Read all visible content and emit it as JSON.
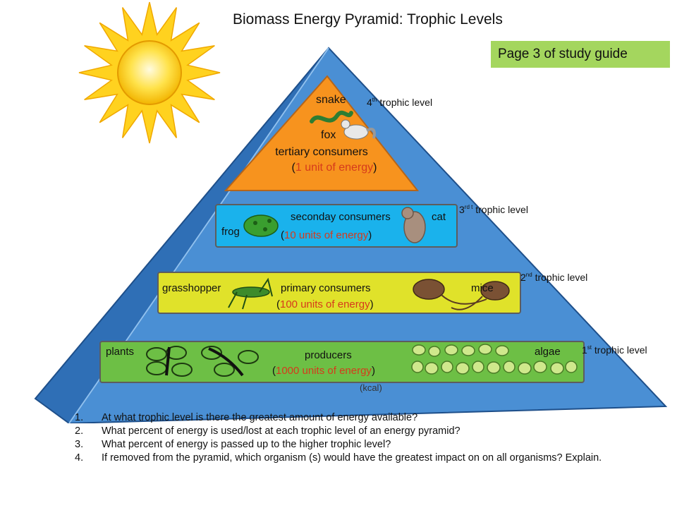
{
  "title": "Biomass Energy Pyramid:  Trophic Levels",
  "guide_note": "Page 3 of study guide",
  "levels": {
    "fourth": {
      "num": "4",
      "suffix": "th",
      "text": "trophic level"
    },
    "third": {
      "num": "3",
      "suffix": "rd t",
      "text": "trophic level"
    },
    "second": {
      "num": "2",
      "suffix": "nd",
      "text": "trophic level"
    },
    "first": {
      "num": "1",
      "suffix": "st",
      "text": "trophic level"
    }
  },
  "tiers": {
    "tertiary": {
      "organism_1": "snake",
      "organism_2": "fox",
      "label": "tertiary consumers",
      "open": "(",
      "energy": "1 unit of energy",
      "close": ")"
    },
    "secondary": {
      "organism_1": "frog",
      "organism_2": "cat",
      "label": "seconday consumers",
      "open": "(",
      "energy": "10 units of energy",
      "close": ")"
    },
    "primary": {
      "organism_1": "grasshopper",
      "organism_2": "mice",
      "label": "primary consumers",
      "open": "(",
      "energy": "100 units of energy",
      "close": ")"
    },
    "producers": {
      "organism_1": "plants",
      "organism_2": "algae",
      "label": "producers",
      "open": "(",
      "energy": "1000 units of energy",
      "close": ")"
    }
  },
  "unit_note": "(kcal)",
  "questions": [
    {
      "num": "1.",
      "text": "At what trophic level is there the greatest amount of energy available?"
    },
    {
      "num": "2.",
      "text": "What percent of energy is used/lost at each trophic level of an energy pyramid?"
    },
    {
      "num": "3.",
      "text": "What percent of energy is passed up to the higher trophic level?"
    },
    {
      "num": "4.",
      "text": "If removed from the pyramid, which organism (s) would have the greatest impact on on all organisms?  Explain."
    }
  ],
  "colors": {
    "pyramid_front": "#4a8fd4",
    "pyramid_side": "#2f6fb6",
    "tier_tertiary": "#f7931e",
    "tier_secondary": "#1ab2ec",
    "tier_primary": "#e0e22a",
    "tier_producers": "#6dbf45",
    "energy_text": "#d63a1c",
    "sun": "#ffd21f"
  }
}
